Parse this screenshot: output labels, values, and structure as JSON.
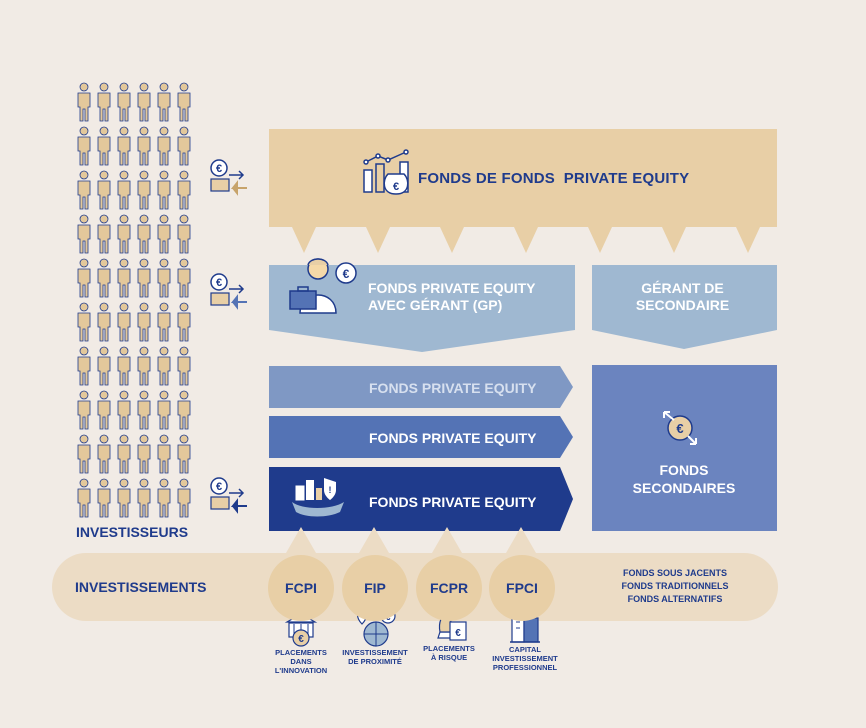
{
  "colors": {
    "background": "#f1ebe5",
    "gold": "#e8cfa6",
    "gold_light": "#ecdcc5",
    "light_blue": "#9fb8d1",
    "mid_blue_pale": "#7f98c4",
    "mid_blue": "#5473b5",
    "dark_blue": "#1f3b8c",
    "secondary_blue": "#6b84bf",
    "person": "#e3c89b"
  },
  "fund_of_funds": {
    "label": "FONDS DE FONDS  PRIVATE EQUITY",
    "icon": "chart-money-bag-icon"
  },
  "gp_fund": {
    "line1": "FONDS PRIVATE EQUITY",
    "line2": "AVEC GÉRANT (GP)",
    "icon": "manager-euro-icon"
  },
  "secondary_manager": {
    "line1": "GÉRANT DE",
    "line2": "SECONDAIRE"
  },
  "pe_funds": [
    {
      "label": "FONDS PRIVATE EQUITY"
    },
    {
      "label": "FONDS PRIVATE EQUITY"
    },
    {
      "label": "FONDS PRIVATE EQUITY",
      "icon": "city-shield-icon"
    }
  ],
  "secondary_funds": {
    "line1": "FONDS",
    "line2": "SECONDAIRES",
    "icon": "euro-exchange-icon"
  },
  "investors": {
    "label": "INVESTISSEURS",
    "icon": "person-icon",
    "exchange_icon": "euro-exchange-icon"
  },
  "investments": {
    "label": "INVESTISSEMENTS",
    "vehicles": [
      {
        "code": "FCPI",
        "caption1": "PLACEMENTS",
        "caption2": "DANS L'INNOVATION",
        "icon": "building-euro-icon"
      },
      {
        "code": "FIP",
        "caption1": "INVESTISSEMENT",
        "caption2": "DE PROXIMITÉ",
        "icon": "globe-pin-euro-icon"
      },
      {
        "code": "FCPR",
        "caption1": "PLACEMENTS",
        "caption2": "À RISQUE",
        "icon": "chess-euro-icon"
      },
      {
        "code": "FPCI",
        "caption1": "CAPITAL",
        "caption2": "INVESTISSEMENT",
        "caption3": "PROFESSIONNEL",
        "icon": "tower-icon"
      }
    ],
    "right_list": [
      "FONDS SOUS JACENTS",
      "FONDS TRADITIONNELS",
      "FONDS ALTERNATIFS"
    ]
  }
}
